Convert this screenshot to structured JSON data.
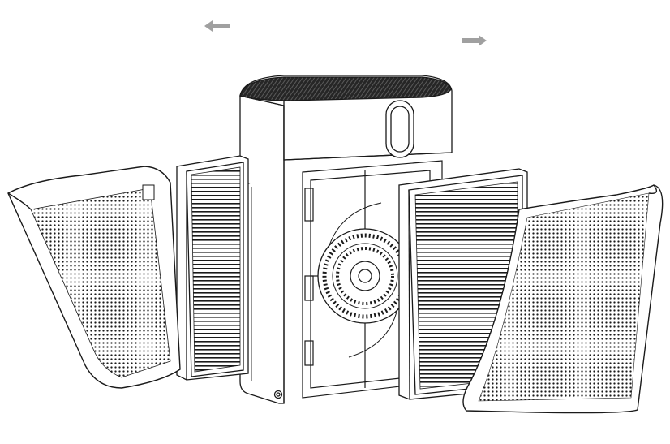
{
  "diagram": {
    "subject": "air-purifier-exploded-view",
    "components": [
      {
        "id": "left-front-cover",
        "kind": "perforated-cover"
      },
      {
        "id": "left-filter",
        "kind": "pleated-filter"
      },
      {
        "id": "purifier-body",
        "kind": "housing"
      },
      {
        "id": "fan-assembly",
        "kind": "fan"
      },
      {
        "id": "right-filter",
        "kind": "pleated-filter"
      },
      {
        "id": "right-front-cover",
        "kind": "perforated-cover"
      }
    ],
    "arrows": [
      {
        "direction": "left",
        "icon": "arrow-left-icon"
      },
      {
        "direction": "right",
        "icon": "arrow-right-icon"
      }
    ],
    "colors": {
      "line": "#1a1a1a",
      "arrow": "#a0a0a0",
      "top_grille": "#262626",
      "background": "#ffffff"
    }
  }
}
